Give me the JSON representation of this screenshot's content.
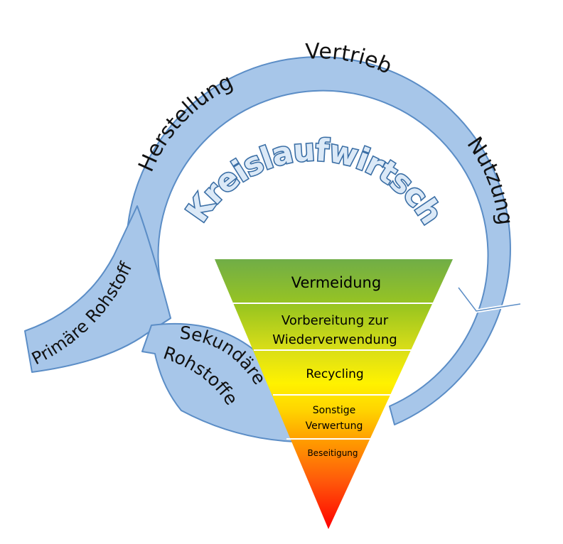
{
  "title": "Kreislaufwirtschaft",
  "colors": {
    "ring_fill": "#a7c6e9",
    "ring_stroke": "#5b8dc6",
    "title_fill": "#dbe9f7",
    "title_stroke": "#3a6ea5"
  },
  "cycle": {
    "herstellung": "Herstellung",
    "vertrieb": "Vertrieb",
    "nutzung": "Nutzung",
    "primaere_rohstoffe": "Primäre Rohstoffe",
    "sekundaere_rohstoffe_line1": "Sekundäre",
    "sekundaere_rohstoffe_line2": "Rohstoffe"
  },
  "hierarchy": {
    "vermeidung": "Vermeidung",
    "vorbereitung_line1": "Vorbereitung zur",
    "vorbereitung_line2": "Wiederverwendung",
    "recycling": "Recycling",
    "sonstige_line1": "Sonstige",
    "sonstige_line2": "Verwertung",
    "beseitigung": "Beseitigung"
  }
}
